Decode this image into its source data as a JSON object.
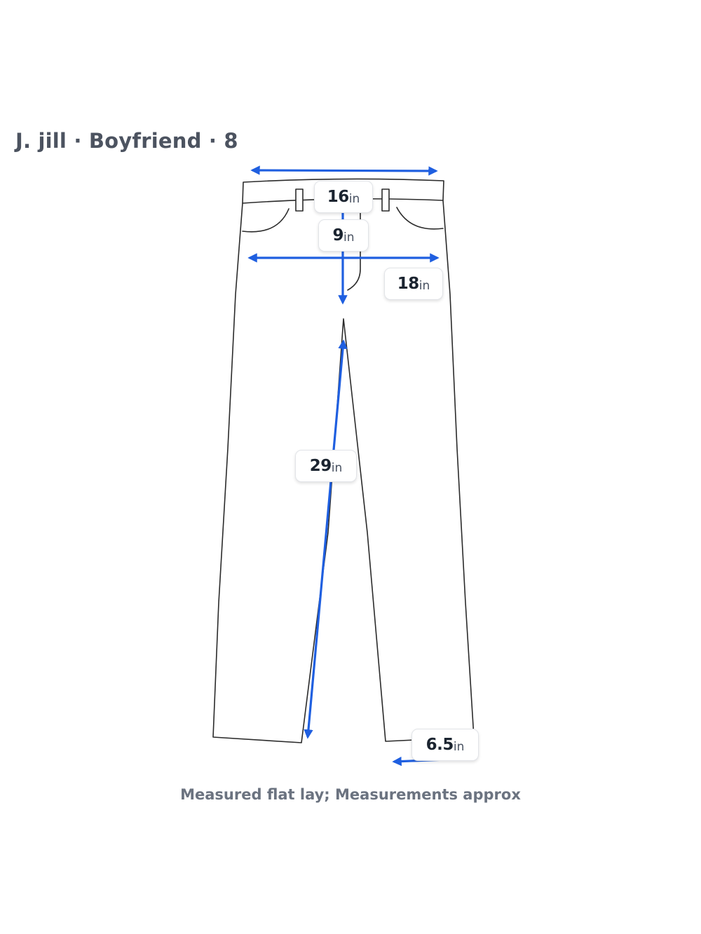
{
  "header": {
    "title": "J. jill · Boyfriend · 8"
  },
  "measurements": [
    {
      "id": "waist",
      "value": "16",
      "unit": "in"
    },
    {
      "id": "rise",
      "value": "9",
      "unit": "in"
    },
    {
      "id": "hip",
      "value": "18",
      "unit": "in"
    },
    {
      "id": "inseam",
      "value": "29",
      "unit": "in"
    },
    {
      "id": "leg_opening",
      "value": "6.5",
      "unit": "in"
    }
  ],
  "footer": {
    "caption": "Measured flat lay; Measurements approx"
  },
  "colors": {
    "arrow": "#1f5fe0",
    "outline": "#2b2b2b",
    "title": "#4c5360",
    "caption": "#6b7380"
  },
  "icons": {
    "garment": "pants-outline-icon"
  }
}
